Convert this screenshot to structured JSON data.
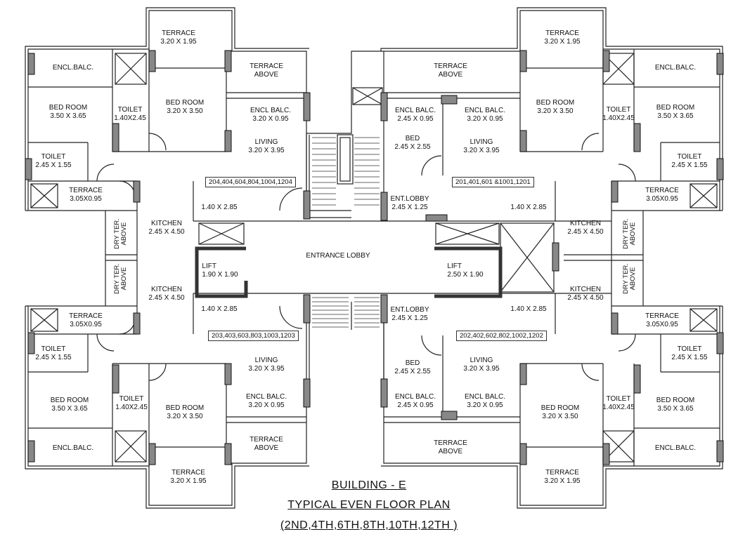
{
  "titles": {
    "building": "BUILDING - E",
    "plan": "TYPICAL EVEN FLOOR PLAN",
    "floors": "(2ND,4TH,6TH,8TH,10TH,12TH )"
  },
  "common": {
    "entrance_lobby": "ENTRANCE LOBBY",
    "lift_left": {
      "name": "LIFT",
      "dim": "1.90 X 1.90"
    },
    "lift_right": {
      "name": "LIFT",
      "dim": "2.50 X 1.90"
    }
  },
  "flat_numbers": {
    "top_left": "204,404,604,804,1004,1204",
    "top_right": "201,401,601 &1001,1201",
    "bottom_left": "203,403,603,803,1003,1203",
    "bottom_right": "202,402,602,802,1002,1202"
  },
  "rooms": {
    "terrace_top_l": {
      "name": "TERRACE",
      "dim": "3.20 X 1.95"
    },
    "terrace_top_r": {
      "name": "TERRACE",
      "dim": "3.20 X 1.95"
    },
    "terrace_bot_l": {
      "name": "TERRACE",
      "dim": "3.20 X 1.95"
    },
    "terrace_bot_r": {
      "name": "TERRACE",
      "dim": "3.20 X 1.95"
    },
    "encl_balc_tl": {
      "name": "ENCL.BALC.",
      "dim": ""
    },
    "encl_balc_tr": {
      "name": "ENCL.BALC.",
      "dim": ""
    },
    "encl_balc_bl": {
      "name": "ENCL.BALC.",
      "dim": ""
    },
    "encl_balc_br": {
      "name": "ENCL.BALC.",
      "dim": ""
    },
    "terrace_above_tl": {
      "name": "TERRACE",
      "dim": "ABOVE"
    },
    "terrace_above_tr": {
      "name": "TERRACE",
      "dim": "ABOVE"
    },
    "terrace_above_bl": {
      "name": "TERRACE",
      "dim": "ABOVE"
    },
    "terrace_above_br": {
      "name": "TERRACE",
      "dim": "ABOVE"
    },
    "bed_tl": {
      "name": "BED ROOM",
      "dim": "3.50 X 3.65"
    },
    "bed_tr": {
      "name": "BED ROOM",
      "dim": "3.50 X 3.65"
    },
    "bed_bl": {
      "name": "BED ROOM",
      "dim": "3.50 X 3.65"
    },
    "bed_br": {
      "name": "BED ROOM",
      "dim": "3.50 X 3.65"
    },
    "bed2_tl": {
      "name": "BED ROOM",
      "dim": "3.20 X 3.50"
    },
    "bed2_tr": {
      "name": "BED ROOM",
      "dim": "3.20 X 3.50"
    },
    "bed2_bl": {
      "name": "BED ROOM",
      "dim": "3.20 X 3.50"
    },
    "bed2_br": {
      "name": "BED ROOM",
      "dim": "3.20 X 3.50"
    },
    "toilet_tl": {
      "name": "TOILET",
      "dim": "1.40X2.45"
    },
    "toilet_tr": {
      "name": "TOILET",
      "dim": "1.40X2.45"
    },
    "toilet_bl": {
      "name": "TOILET",
      "dim": "1.40X2.45"
    },
    "toilet_br": {
      "name": "TOILET",
      "dim": "1.40X2.45"
    },
    "toilet2_tl": {
      "name": "TOILET",
      "dim": "2.45 X 1.55"
    },
    "toilet2_tr": {
      "name": "TOILET",
      "dim": "2.45 X 1.55"
    },
    "toilet2_bl": {
      "name": "TOILET",
      "dim": "2.45 X 1.55"
    },
    "toilet2_br": {
      "name": "TOILET",
      "dim": "2.45 X 1.55"
    },
    "encl_balc2_tl": {
      "name": "ENCL BALC.",
      "dim": "3.20 X 0.95"
    },
    "encl_balc2_tr_a": {
      "name": "ENCL BALC.",
      "dim": "2.45 X 0.95"
    },
    "encl_balc2_tr_b": {
      "name": "ENCL BALC.",
      "dim": "3.20 X 0.95"
    },
    "encl_balc2_bl": {
      "name": "ENCL BALC.",
      "dim": "3.20 X 0.95"
    },
    "encl_balc2_br_a": {
      "name": "ENCL BALC.",
      "dim": "2.45 X 0.95"
    },
    "encl_balc2_br_b": {
      "name": "ENCL BALC.",
      "dim": "3.20 X 0.95"
    },
    "living_tl": {
      "name": "LIVING",
      "dim": "3.20 X 3.95"
    },
    "living_tr": {
      "name": "LIVING",
      "dim": "3.20 X 3.95"
    },
    "living_bl": {
      "name": "LIVING",
      "dim": "3.20 X 3.95"
    },
    "living_br": {
      "name": "LIVING",
      "dim": "3.20 X 3.95"
    },
    "bed3_tr": {
      "name": "BED",
      "dim": "2.45 X 2.55"
    },
    "bed3_br": {
      "name": "BED",
      "dim": "2.45 X 2.55"
    },
    "terrace_s_tl": {
      "name": "TERRACE",
      "dim": "3.05X0.95"
    },
    "terrace_s_tr": {
      "name": "TERRACE",
      "dim": "3.05X0.95"
    },
    "terrace_s_bl": {
      "name": "TERRACE",
      "dim": "3.05X0.95"
    },
    "terrace_s_br": {
      "name": "TERRACE",
      "dim": "3.05X0.95"
    },
    "kitchen_tl": {
      "name": "KITCHEN",
      "dim": "2.45 X 4.50"
    },
    "kitchen_tr": {
      "name": "KITCHEN",
      "dim": "2.45 X 4.50"
    },
    "kitchen_bl": {
      "name": "KITCHEN",
      "dim": "2.45 X 4.50"
    },
    "kitchen_br": {
      "name": "KITCHEN",
      "dim": "2.45 X 4.50"
    },
    "dim_tl": {
      "name": "1.40 X 2.85",
      "dim": ""
    },
    "dim_tr": {
      "name": "1.40 X 2.85",
      "dim": ""
    },
    "dim_bl": {
      "name": "1.40 X 2.85",
      "dim": ""
    },
    "dim_br": {
      "name": "1.40 X 2.85",
      "dim": ""
    },
    "ent_lobby_t": {
      "name": "ENT.LOBBY",
      "dim": "2.45 X 1.25"
    },
    "ent_lobby_b": {
      "name": "ENT.LOBBY",
      "dim": "2.45 X 1.25"
    }
  },
  "dry_terrace": {
    "tl": {
      "a": "DRY TER.",
      "b": "ABOVE"
    },
    "bl": {
      "a": "DRY TER.",
      "b": "ABOVE"
    },
    "tr": {
      "a": "DRY TER.",
      "b": "ABOVE"
    },
    "br": {
      "a": "DRY TER.",
      "b": "ABOVE"
    }
  }
}
